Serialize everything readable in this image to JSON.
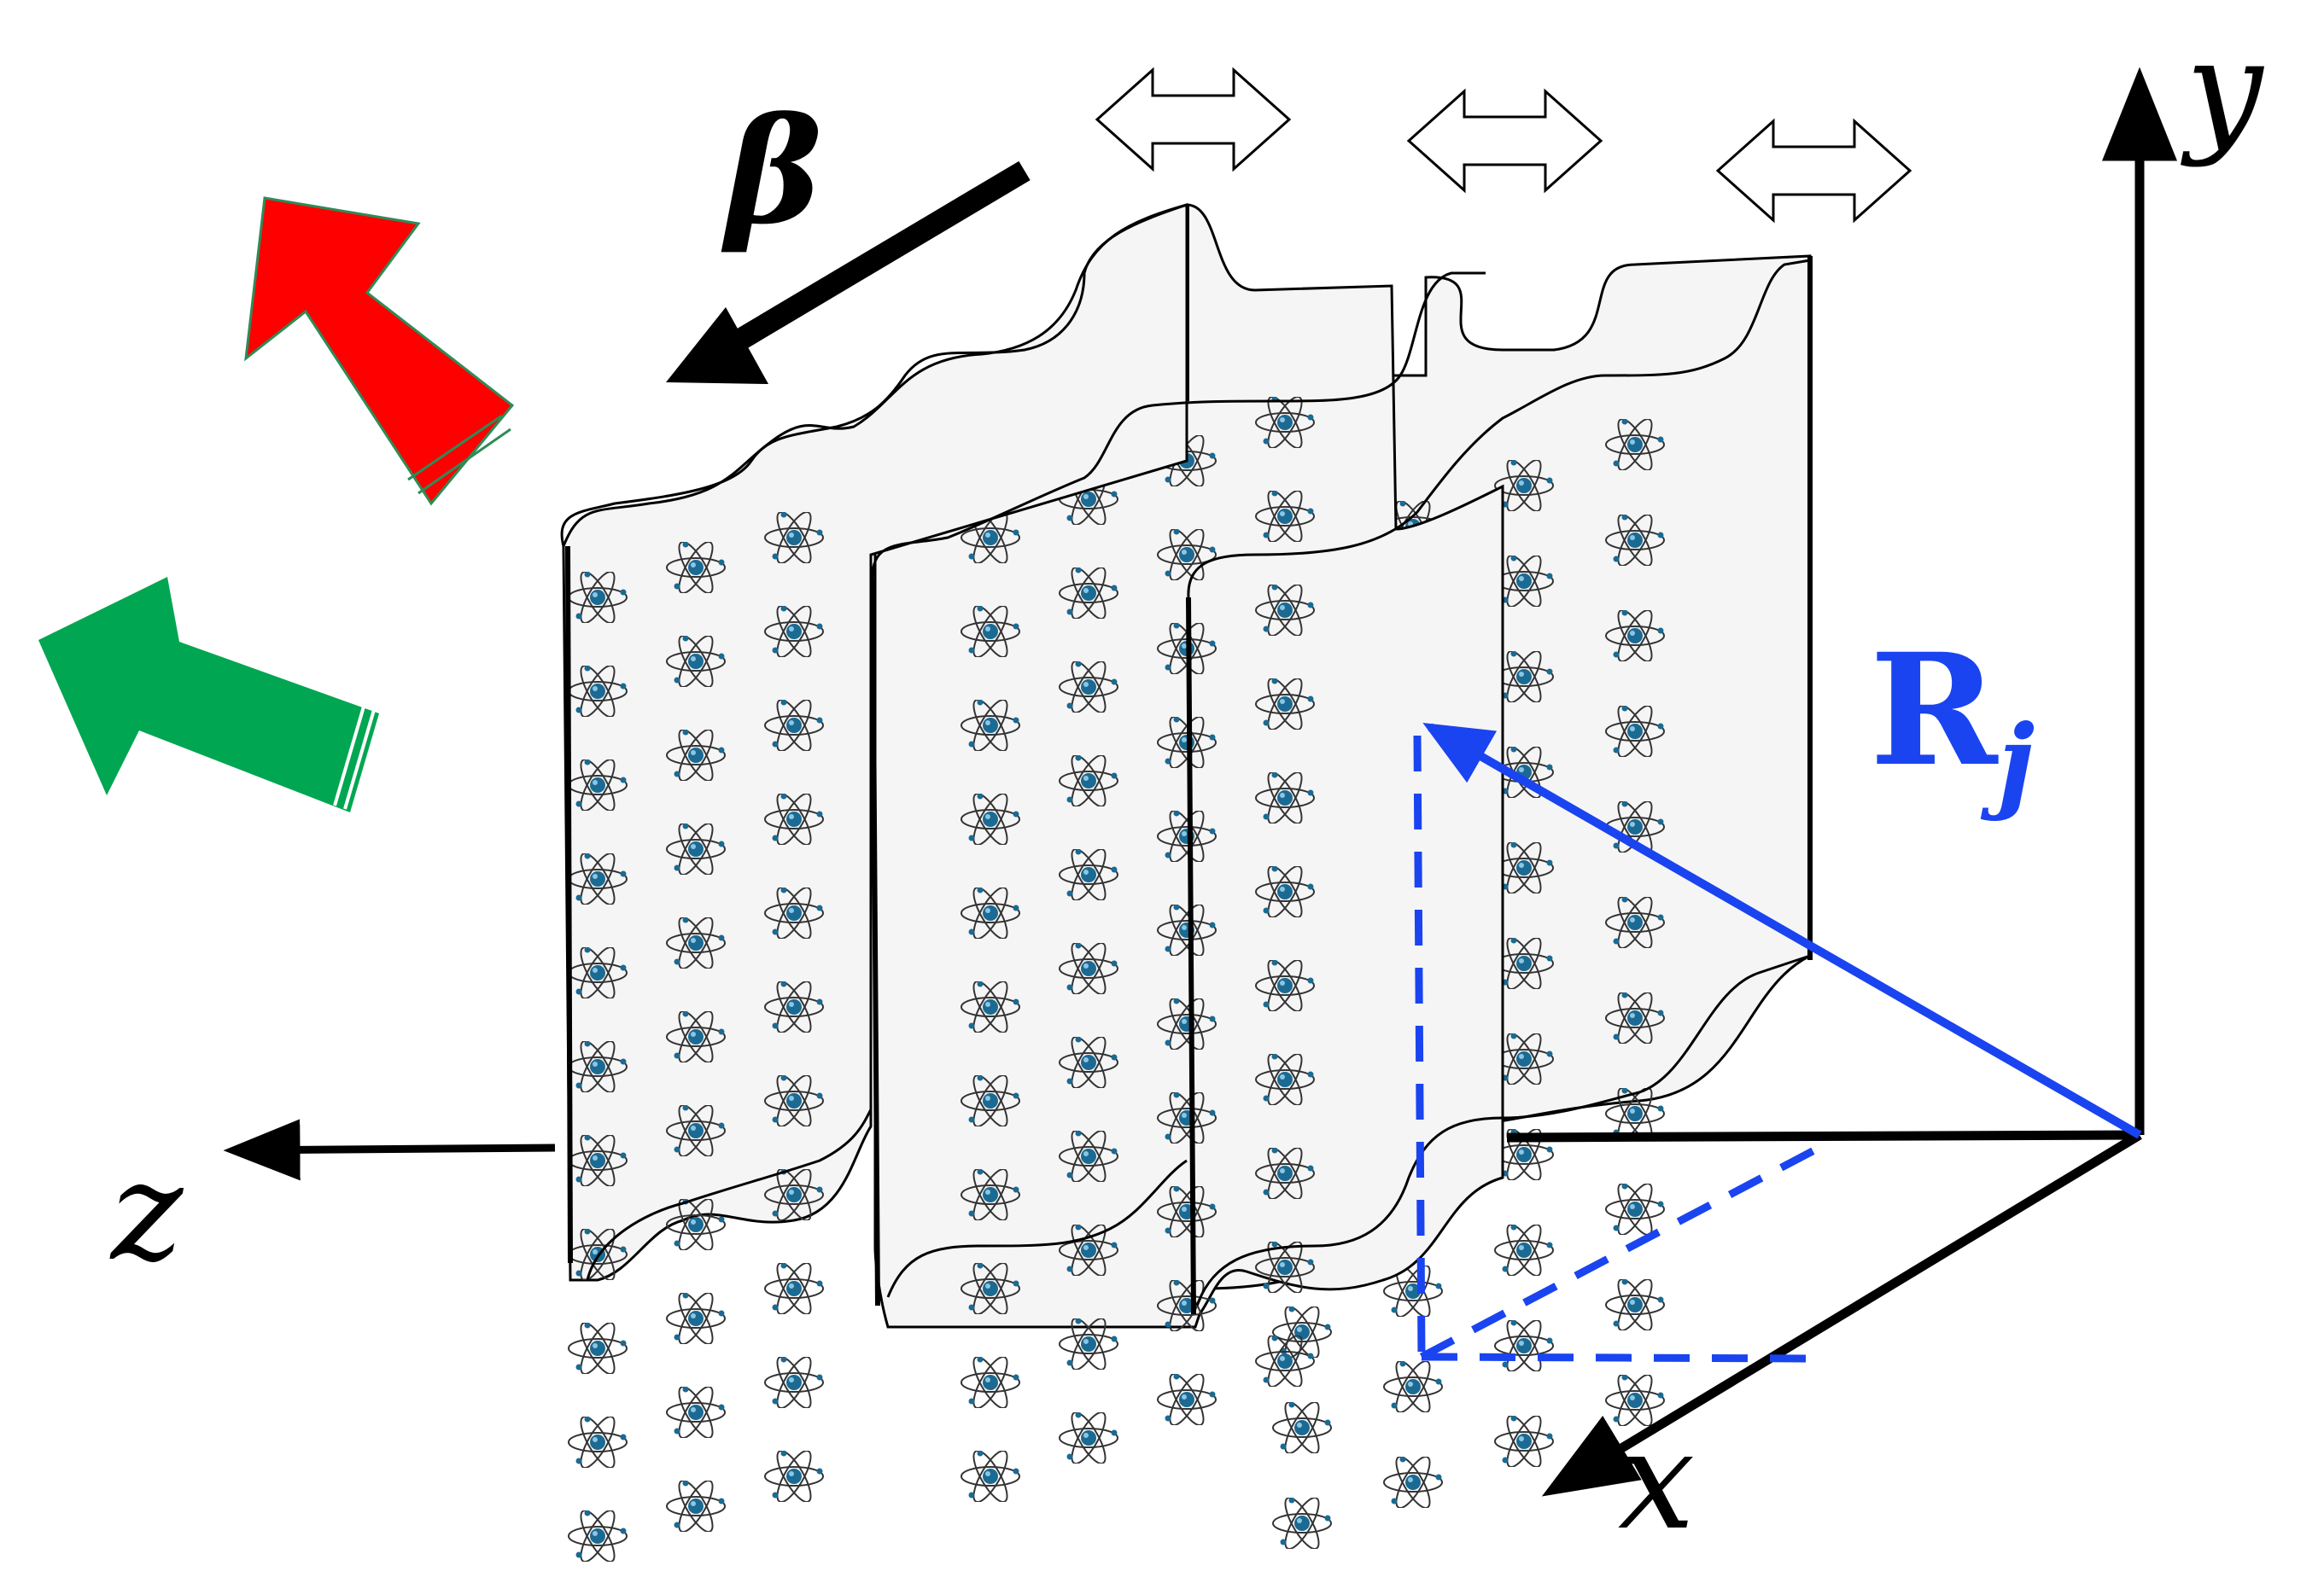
{
  "labels": {
    "axis_y": "y",
    "axis_z": "z",
    "axis_x": "x",
    "beta": "β",
    "position_vector_main": "R",
    "position_vector_sub": "j"
  },
  "colors": {
    "red_arrow": "#ff0000",
    "red_arrow_edge": "#2e8b57",
    "green_arrow": "#00a651",
    "position_vector": "#1a44f0",
    "sheet_fill": "#f5f5f5",
    "axis": "#000000"
  },
  "icons": {
    "atom": "atom-icon",
    "double_arrow": "double-headed-arrow-icon"
  },
  "counts": {
    "sheets": 3,
    "polarization_arrows": 3
  }
}
